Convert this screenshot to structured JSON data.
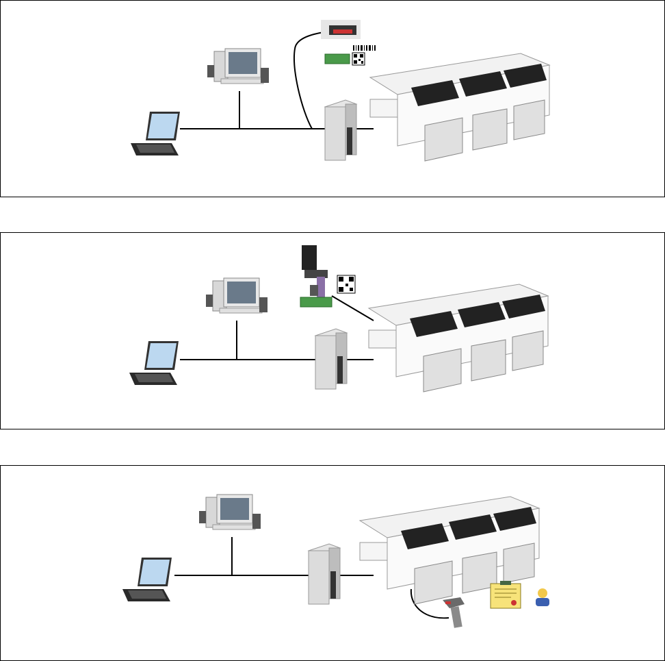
{
  "diagram": {
    "panels": [
      {
        "id": "panel-1",
        "nodes": [
          "laptop",
          "desktop-pc",
          "server-tower",
          "placement-line",
          "laser-barcode-scanner",
          "pcb-board",
          "barcode-label",
          "2d-code-label"
        ],
        "links": [
          [
            "laptop",
            "server-tower"
          ],
          [
            "desktop-pc",
            "network-bus"
          ],
          [
            "server-tower",
            "placement-line"
          ],
          [
            "laser-barcode-scanner",
            "server-tower"
          ]
        ]
      },
      {
        "id": "panel-2",
        "nodes": [
          "laptop",
          "desktop-pc",
          "server-tower",
          "placement-line",
          "camera-code-reader",
          "pcb-board",
          "2d-code-label"
        ],
        "links": [
          [
            "laptop",
            "server-tower"
          ],
          [
            "desktop-pc",
            "network-bus"
          ],
          [
            "server-tower",
            "placement-line"
          ],
          [
            "pcb-board",
            "placement-line"
          ]
        ]
      },
      {
        "id": "panel-3",
        "nodes": [
          "laptop",
          "desktop-pc",
          "server-tower",
          "placement-line",
          "handheld-scanner",
          "document-icon",
          "operator-icon"
        ],
        "links": [
          [
            "laptop",
            "server-tower"
          ],
          [
            "desktop-pc",
            "network-bus"
          ],
          [
            "server-tower",
            "placement-line"
          ],
          [
            "handheld-scanner",
            "placement-line"
          ]
        ]
      }
    ],
    "colors": {
      "line": "#000000",
      "machine_body": "#f2f2f2",
      "machine_dark": "#222222",
      "screen": "#bcd8f0",
      "pcb": "#4a9a4a",
      "document": "#f7e37a",
      "scanner_red": "#cc3333"
    }
  }
}
